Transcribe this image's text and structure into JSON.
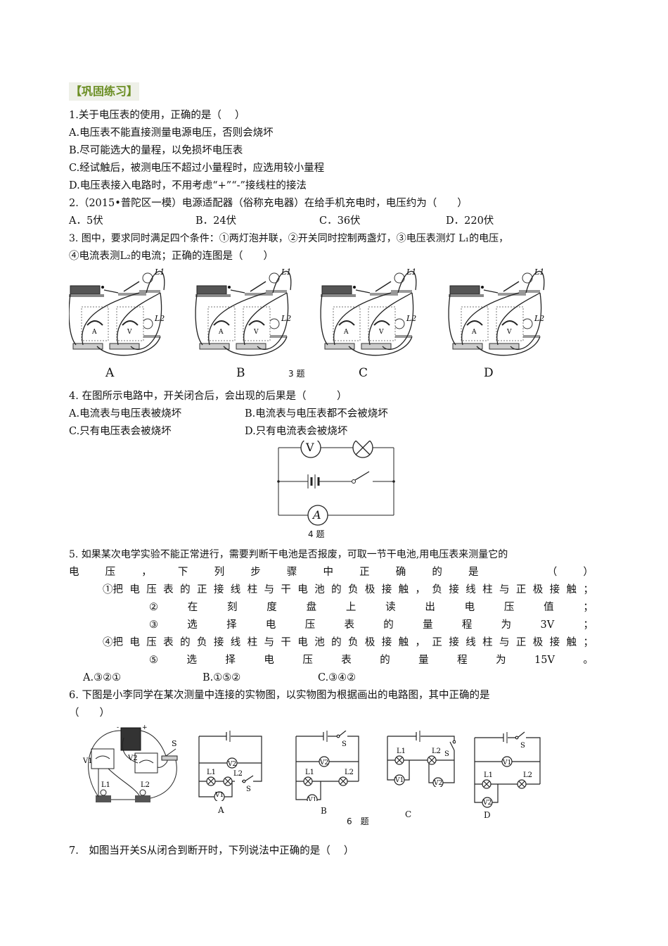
{
  "section": {
    "title": "【巩固练习】"
  },
  "q1": {
    "stem": "1.关于电压表的使用，正确的是（　 ）",
    "options": [
      "A.电压表不能直接测量电源电压，否则会烧坏",
      "B.尽可能选大的量程，以免损坏电压表",
      "C.经试触后，被测电压不超过小量程时，应选用较小量程",
      "D.电压表接入电路时，不用考虑“+”“-”接线柱的接法"
    ]
  },
  "q2": {
    "stem": "2.（2015•普陀区一模）电源适配器（俗称充电器）在给手机充电时，电压约为（　　）",
    "options": [
      "A．5伏",
      "B．24伏",
      "C．36伏",
      "D．220伏"
    ]
  },
  "q3": {
    "stem_line1": "3. 图中，要求同时满足四个条件：①两灯泡并联，②开关同时控制两盏灯，③电压表测灯 L₁的电压，",
    "stem_line2": "④电流表测L₂的电流；正确的连图是（　　）",
    "figure_labels": [
      "A",
      "B",
      "C",
      "D"
    ],
    "figure_caption": "3 题",
    "component_labels": {
      "lamp1": "L1",
      "lamp2": "L2",
      "ammeter": "A",
      "voltmeter": "V"
    }
  },
  "q4": {
    "stem": "4. 在图所示电路中，开关闭合后，会出现的后果是（　　　）",
    "options": [
      "A.电流表与电压表被烧坏",
      "B.电流表与电压表都不会被烧坏",
      "C.只有电压表会被烧坏",
      "D.只有电流表会被烧坏"
    ],
    "figure_caption": "4 题",
    "meter_labels": {
      "voltmeter": "V",
      "ammeter": "A"
    }
  },
  "q5": {
    "stem_line1": "5. 如果某次电学实验不能正常进行，需要判断干电池是否报废，可取一节干电池,用电压表来测量它的",
    "stem_line2_chars": [
      "电",
      "压",
      "，",
      "下",
      "列",
      "步",
      "骤",
      "中",
      "正",
      "确",
      "的",
      "是",
      "（",
      "）"
    ],
    "steps": {
      "s1": [
        "①把",
        "电",
        "压",
        "表",
        "的",
        "正",
        "接",
        "线",
        "柱",
        "与",
        "干",
        "电",
        "池",
        "的",
        "负",
        "极",
        "接",
        "触",
        "，",
        "负",
        "接",
        "线",
        "柱",
        "与",
        "正",
        "极",
        "接",
        "触",
        "；"
      ],
      "s2": [
        "②",
        "在",
        "刻",
        "度",
        "盘",
        "上",
        "读",
        "出",
        "电",
        "压",
        "值",
        "；"
      ],
      "s3": [
        "③",
        "选",
        "择",
        "电",
        "压",
        "表",
        "的",
        "量",
        "程",
        "为",
        "3V",
        "；"
      ],
      "s4": [
        "④把",
        "电",
        "压",
        "表",
        "的",
        "负",
        "接",
        "线",
        "柱",
        "与",
        "干",
        "电",
        "池",
        "的",
        "负",
        "极",
        "接",
        "触",
        "，",
        "正",
        "接",
        "线",
        "柱",
        "与",
        "正",
        "极",
        "接",
        "触",
        "；"
      ],
      "s5": [
        "⑤",
        "选",
        "择",
        "电",
        "压",
        "表",
        "的",
        "量",
        "程",
        "为",
        "15V",
        "。"
      ]
    },
    "options": [
      "A.③②①",
      "B.①⑤②",
      "C.③④②"
    ]
  },
  "q6": {
    "stem_line1": "6. 下图是小李同学在某次测量中连接的实物图，以实物图为根据画出的电路图，其中正确的是",
    "stem_line2": "（　　）",
    "figure_labels": [
      "A",
      "B",
      "C",
      "D"
    ],
    "figure_caption": "6　题",
    "component_labels": {
      "lamp1": "L1",
      "lamp2": "L2",
      "v1": "V1",
      "v2": "V2",
      "switch": "S"
    }
  },
  "q7": {
    "stem": "7.　如图当开关S从闭合到断开时，下列说法中正确的是（　 ）"
  }
}
